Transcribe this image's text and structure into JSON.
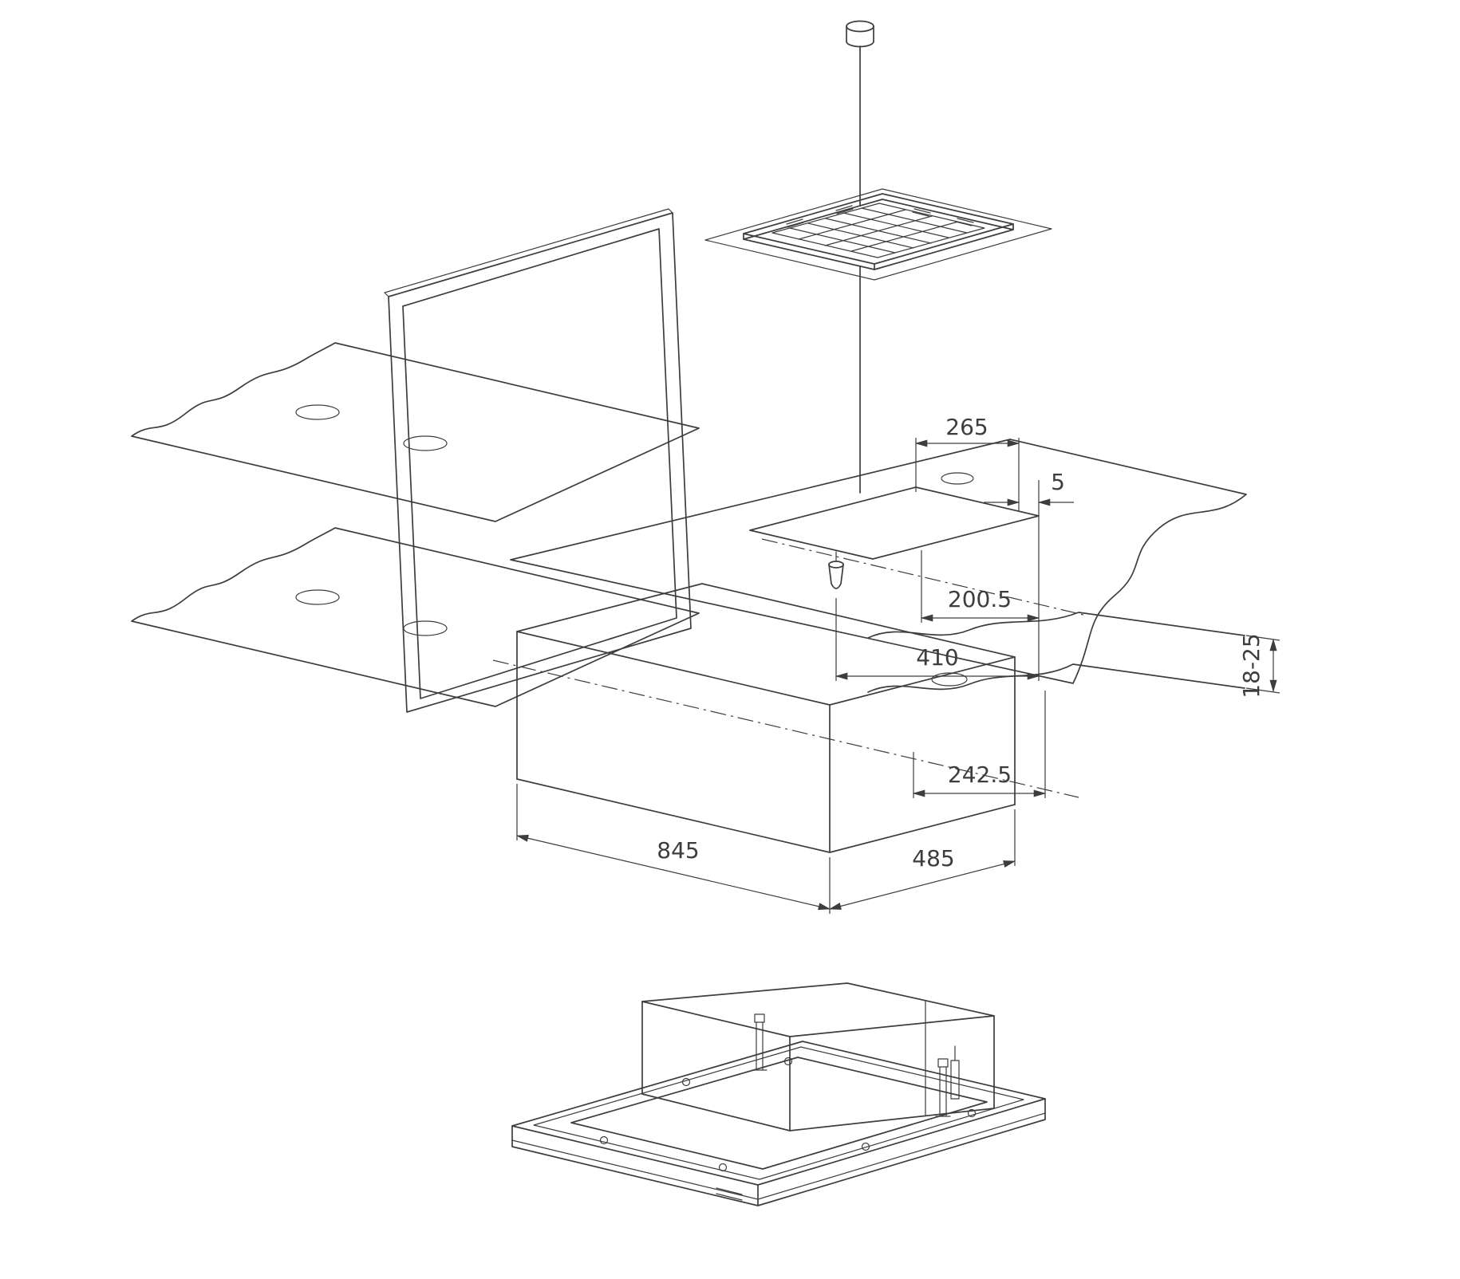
{
  "diagram": {
    "dimensions": {
      "cutout_width": "265",
      "edge_gap": "5",
      "duct_offset": "200.5",
      "cutout_length": "410",
      "centerline_offset": "242.5",
      "body_length": "845",
      "body_width": "485",
      "ceiling_thickness": "18-25"
    }
  }
}
